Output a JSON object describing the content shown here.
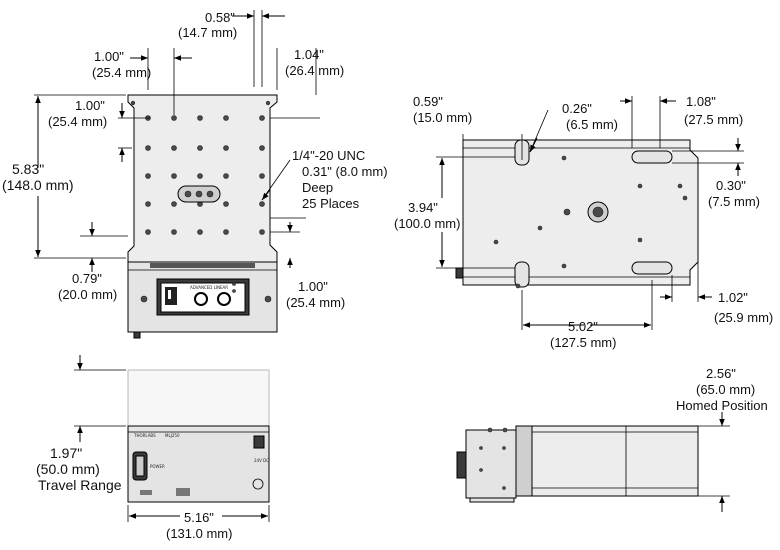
{
  "top_view": {
    "dim_hole_x": [
      "0.58\"",
      "(14.7 mm)"
    ],
    "dim_left_x": [
      "1.00\"",
      "(25.4 mm)"
    ],
    "dim_right_x": [
      "1.04\"",
      "(26.4 mm)"
    ],
    "dim_top_y": [
      "1.00\"",
      "(25.4 mm)"
    ],
    "dim_height": [
      "5.83\"",
      "(148.0 mm)"
    ],
    "dim_tap_note": [
      "1/4\"-20 UNC",
      "0.31\" (8.0 mm)",
      "Deep",
      "25 Places"
    ],
    "dim_bottom_left": [
      "0.79\"",
      "(20.0 mm)"
    ],
    "dim_bottom_right": [
      "1.00\"",
      "(25.4 mm)"
    ]
  },
  "bottom_view": {
    "dim_left_slot": [
      "0.59\"",
      "(15.0 mm)"
    ],
    "dim_slot_width": [
      "0.26\"",
      "(6.5 mm)"
    ],
    "dim_right_slot": [
      "1.08\"",
      "(27.5 mm)"
    ],
    "dim_slot_pitch": [
      "3.94\"",
      "(100.0 mm)"
    ],
    "dim_slot_height": [
      "0.30\"",
      "(7.5 mm)"
    ],
    "dim_slot_span": [
      "5.02\"",
      "(127.5 mm)"
    ],
    "dim_right_edge": [
      "1.02\"",
      "(25.9 mm)"
    ]
  },
  "front_view": {
    "dim_travel": [
      "1.97\"",
      "(50.0 mm)",
      "Travel Range"
    ],
    "dim_width": [
      "5.16\"",
      "(131.0 mm)"
    ]
  },
  "side_view": {
    "dim_homed": [
      "2.56\"",
      "(65.0 mm)",
      "Homed Position"
    ]
  },
  "panel_text": {
    "brand": "THORLABS",
    "model": "MLJ250",
    "controls": "ADVANCED LINEAR",
    "port": "POWER",
    "voltage": "24V DC"
  }
}
